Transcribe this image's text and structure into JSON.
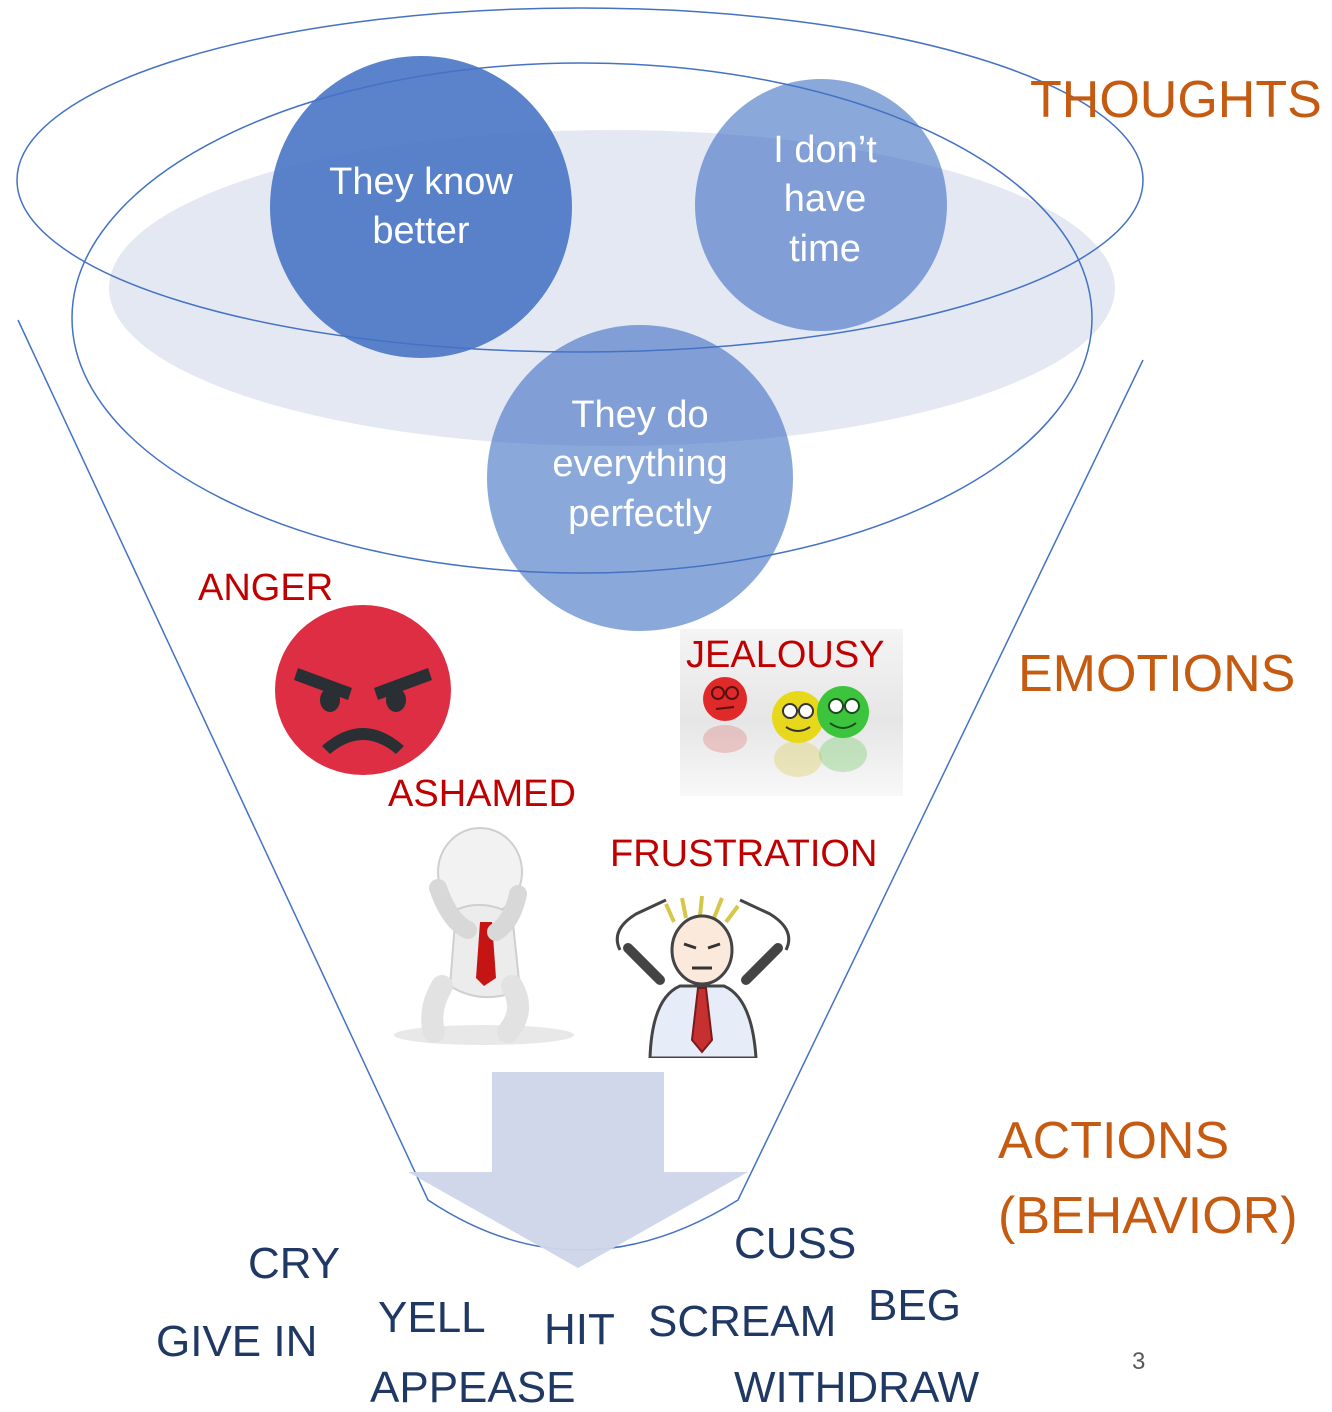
{
  "stages": {
    "thoughts": "THOUGHTS",
    "emotions": "EMOTIONS",
    "actions_line1": "ACTIONS",
    "actions_line2": "(BEHAVIOR)"
  },
  "thoughts": [
    {
      "lines": [
        "They know",
        "better"
      ]
    },
    {
      "lines": [
        "I don’t",
        "have",
        "time"
      ]
    },
    {
      "lines": [
        "They do",
        "everything",
        "perfectly"
      ]
    }
  ],
  "emotions": {
    "anger": "ANGER",
    "jealousy": "JEALOUSY",
    "ashamed": "ASHAMED",
    "frustration": "FRUSTRATION"
  },
  "actions": {
    "cry": "CRY",
    "give_in": "GIVE IN",
    "yell": "YELL",
    "appease": "APPEASE",
    "hit": "HIT",
    "scream": "SCREAM",
    "cuss": "CUSS",
    "beg": "BEG",
    "withdraw": "WITHDRAW"
  },
  "page_number": "3",
  "colors": {
    "bubble": "#4472c4",
    "funnel_line": "#4472c4",
    "thoughts_bg": "#e4e8f3",
    "arrow": "#cdd5ea",
    "stage_label": "#c55a11",
    "emotion_label": "#c00000",
    "action_text": "#1f3864"
  }
}
